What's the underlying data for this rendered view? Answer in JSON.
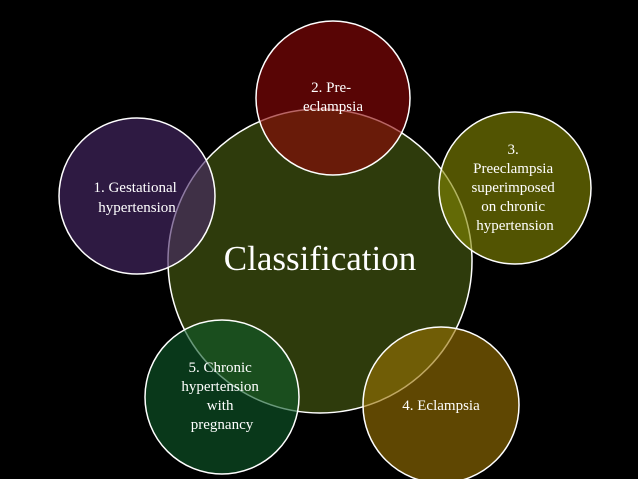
{
  "diagram": {
    "center": {
      "label": "Classification",
      "color": "#4a6014"
    },
    "nodes": [
      {
        "number": "1.",
        "lines": [
          "1. Gestational",
          "hypertension"
        ],
        "color": "#4a2a6a"
      },
      {
        "number": "2.",
        "lines": [
          "2. Pre-",
          "eclampsia"
        ],
        "color": "#8e0808"
      },
      {
        "number": "3.",
        "lines": [
          "3.",
          "Preeclampsia",
          "superimposed",
          "on chronic",
          "hypertension"
        ],
        "color": "#858704"
      },
      {
        "number": "4.",
        "lines": [
          "4. Eclampsia"
        ],
        "color": "#9a7204"
      },
      {
        "number": "5.",
        "lines": [
          "5. Chronic",
          "hypertension",
          "with",
          "pregnancy"
        ],
        "color": "#0f5a2a"
      }
    ],
    "outline_color": "#ffffff",
    "text_color": "#ffffff",
    "background": "#000000"
  }
}
